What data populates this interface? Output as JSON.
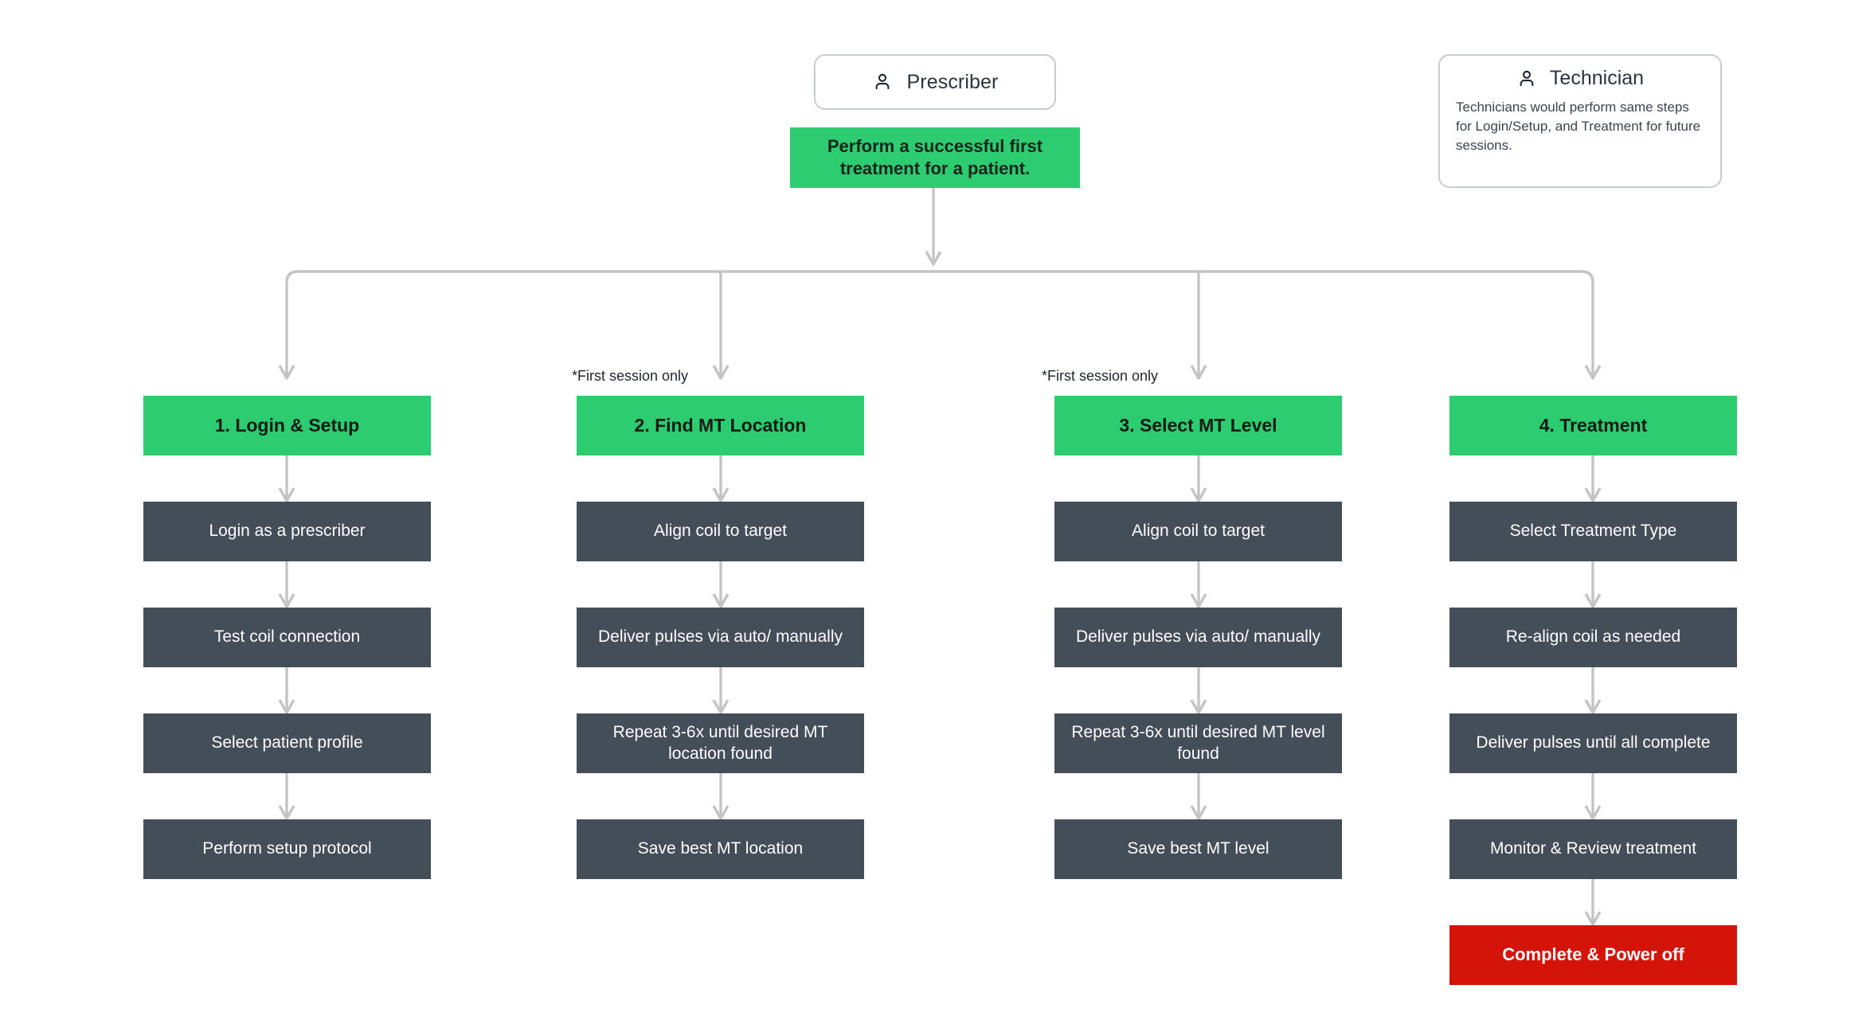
{
  "diagram": {
    "title": "Treatment workflow flowchart",
    "colors": {
      "green": "#2ECC71",
      "dark_slate": "#434E59",
      "red": "#D41408",
      "wire_gray": "#C4C4C4",
      "card_border": "#C9CCCF"
    }
  },
  "roles": {
    "prescriber": {
      "icon": "person-icon",
      "label": "Prescriber"
    },
    "technician": {
      "icon": "person-icon",
      "label": "Technician",
      "note": "Technicians would perform same steps for Login/Setup, and Treatment for future sessions."
    }
  },
  "goal": {
    "label": "Perform a successful first treatment for a patient."
  },
  "annotations": {
    "first_session_only": "*First session only"
  },
  "columns": [
    {
      "id": "login-setup",
      "header": "1. Login & Setup",
      "note": null,
      "steps": [
        "Login as a prescriber",
        "Test coil connection",
        "Select patient profile",
        "Perform setup protocol"
      ],
      "terminal": null
    },
    {
      "id": "find-mt-location",
      "header": "2. Find MT Location",
      "note": "*First session only",
      "steps": [
        "Align coil to target",
        "Deliver pulses via auto/ manually",
        "Repeat 3-6x until desired MT location found",
        "Save best MT location"
      ],
      "terminal": null
    },
    {
      "id": "select-mt-level",
      "header": "3. Select MT Level",
      "note": "*First session only",
      "steps": [
        "Align coil to target",
        "Deliver pulses via auto/ manually",
        "Repeat 3-6x until desired MT level found",
        "Save best MT level"
      ],
      "terminal": null
    },
    {
      "id": "treatment",
      "header": "4. Treatment",
      "note": null,
      "steps": [
        "Select Treatment Type",
        "Re-align coil as needed",
        "Deliver pulses until all complete",
        "Monitor & Review treatment"
      ],
      "terminal": "Complete & Power off"
    }
  ]
}
